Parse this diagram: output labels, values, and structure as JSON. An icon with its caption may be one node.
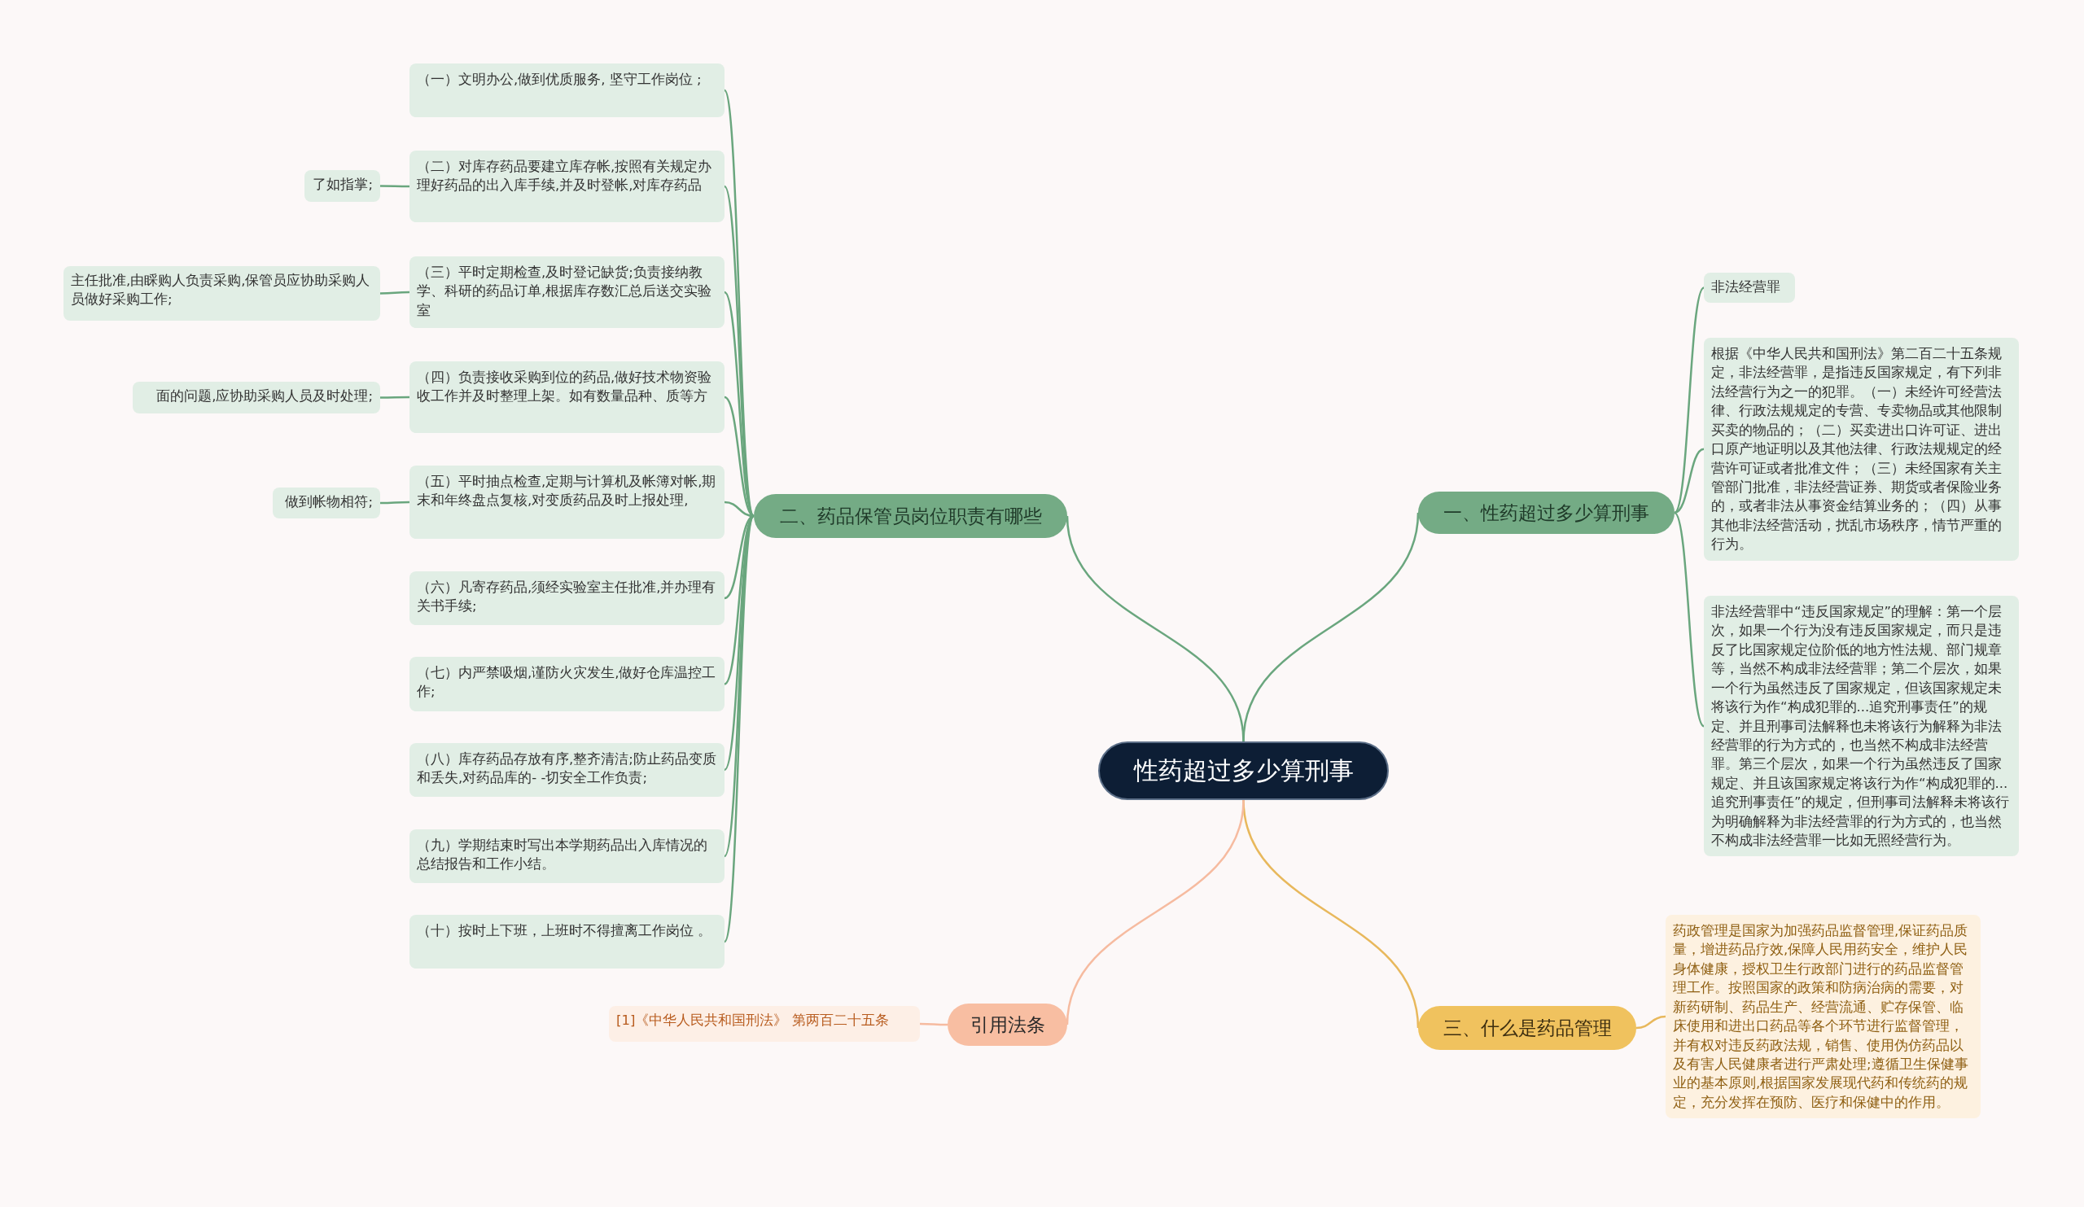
{
  "diagram": {
    "nodes": [
      {
        "text": [
          "性药超过多少算刑事"
        ]
      },
      {
        "text": [
          "二、药品保管员岗位职责有哪些"
        ]
      },
      {
        "text": [
          "（一）文明办公,做到优质服务, 坚守工作岗位 ;"
        ]
      },
      {
        "text": [
          "（二）对库存药品要建立库存帐,按照有关规定办理好药品的出入库手续,并及时登帐,对库存药品"
        ]
      },
      {
        "text": [
          "（三）平时定期检查,及时登记缺货;负责接纳教学、科研的药品订单,根据库存数汇总后送交实验室"
        ]
      },
      {
        "text": [
          "（四）负责接收采购到位的药品,做好技术物资验收工作并及时整理上架。如有数量品种、质等方"
        ]
      },
      {
        "text": [
          "（五）平时抽点检查,定期与计算机及帐簿对帐,期末和年终盘点复核,对变质药品及时上报处理,"
        ]
      },
      {
        "text": [
          "（六）凡寄存药品,须经实验室主任批准,并办理有关书手续;"
        ]
      },
      {
        "text": [
          "（七）内严禁吸烟,谨防火灾发生,做好仓库温控工作;"
        ]
      },
      {
        "text": [
          "（八）库存药品存放有序,整齐清洁;防止药品变质和丢失,对药品库的- -切安全工作负责;"
        ]
      },
      {
        "text": [
          "（九）学期结束时写出本学期药品出入库情况的总结报告和工作小结。"
        ]
      },
      {
        "text": [
          "（十）按时上下班，上班时不得擅离工作岗位 。"
        ]
      },
      {
        "text": [
          "了如指掌;"
        ]
      },
      {
        "text": [
          "主任批准,由睬购人负责采购,保管员应协助采购人员做好采购工作;"
        ]
      },
      {
        "text": [
          "面的问题,应协助采购人员及时处理;"
        ]
      },
      {
        "text": [
          "做到帐物相符;"
        ]
      },
      {
        "text": [
          "一、性药超过多少算刑事"
        ]
      },
      {
        "text": [
          "非法经营罪"
        ]
      },
      {
        "text": [
          "根据《中华人民共和国刑法》第二百二十五条规定，非法经营罪，是指违反国家规定，有下列非法经营行为之一的犯罪。（一）未经许可经营法律、行政法规规定的专营、专卖物品或其他限制买卖的物品的；（二）买卖进出口许可证、进出口原产地证明以及其他法律、行政法规规定的经营许可证或者批准文件；（三）未经国家有关主管部门批准，非法经营证券、期货或者保险业务的，或者非法从事资金结算业务的；（四）从事其他非法经营活动，扰乱市场秩序，情节严重的行为。"
        ]
      },
      {
        "text": [
          "非法经营罪中“违反国家规定”的理解：第一个层次，如果一个行为没有违反国家规定，而只是违反了比国家规定位阶低的地方性法规、部门规章等，当然不构成非法经营罪；第二个层次，如果一个行为虽然违反了国家规定，但该国家规定未将该行为作“构成犯罪的...追究刑事责任”的规定、并且刑事司法解释也未将该行为解释为非法经营罪的行为方式的，也当然不构成非法经营罪。第三个层次，如果一个行为虽然违反了国家规定、并且该国家规定将该行为作“构成犯罪的...追究刑事责任”的规定，但刑事司法解释未将该行为明确解释为非法经营罪的行为方式的，也当然不构成非法经营罪一比如无照经营行为。"
        ]
      },
      {
        "text": [
          "三、什么是药品管理"
        ]
      },
      {
        "text": [
          "药政管理是国家为加强药品监督管理,保证药品质量，增进药品疗效,保障人民用药安全，维护人民身体健康，授权卫生行政部门进行的药品监督管理工作。按照国家的政策和防病治病的需要，对新药研制、药品生产、经营流通、贮存保管、临床使用和进出口药品等各个环节进行监督管理，并有权对违反药政法规，销售、使用伪仿药品以及有害人民健康者进行严肃处理;遵循卫生保健事业的基本原则,根据国家发展现代药和传统药的规定，充分发挥在预防、医疗和保健中的作用。"
        ]
      },
      {
        "text": [
          "引用法条"
        ]
      },
      {
        "text": [
          "[1]《中华人民共和国刑法》 第两百二十五条"
        ]
      }
    ],
    "edges": [
      {
        "from": 0,
        "to": 1,
        "arrow": "none"
      },
      {
        "from": 1,
        "to": 2,
        "arrow": "none"
      },
      {
        "from": 1,
        "to": 3,
        "arrow": "none"
      },
      {
        "from": 1,
        "to": 4,
        "arrow": "none"
      },
      {
        "from": 1,
        "to": 5,
        "arrow": "none"
      },
      {
        "from": 1,
        "to": 6,
        "arrow": "none"
      },
      {
        "from": 1,
        "to": 7,
        "arrow": "none"
      },
      {
        "from": 1,
        "to": 8,
        "arrow": "none"
      },
      {
        "from": 1,
        "to": 9,
        "arrow": "none"
      },
      {
        "from": 1,
        "to": 10,
        "arrow": "none"
      },
      {
        "from": 1,
        "to": 11,
        "arrow": "none"
      },
      {
        "from": 3,
        "to": 12,
        "arrow": "none"
      },
      {
        "from": 4,
        "to": 13,
        "arrow": "none"
      },
      {
        "from": 5,
        "to": 14,
        "arrow": "none"
      },
      {
        "from": 6,
        "to": 15,
        "arrow": "none"
      },
      {
        "from": 0,
        "to": 16,
        "arrow": "none"
      },
      {
        "from": 16,
        "to": 17,
        "arrow": "none"
      },
      {
        "from": 16,
        "to": 18,
        "arrow": "none"
      },
      {
        "from": 16,
        "to": 19,
        "arrow": "none"
      },
      {
        "from": 0,
        "to": 20,
        "arrow": "none",
        "color": "#e8b85c"
      },
      {
        "from": 20,
        "to": 21,
        "arrow": "none",
        "color": "#e8b85c"
      },
      {
        "from": 0,
        "to": 22,
        "arrow": "none",
        "color": "#f6bba0"
      },
      {
        "from": 22,
        "to": 23,
        "arrow": "none",
        "color": "#f6bba0"
      }
    ]
  }
}
